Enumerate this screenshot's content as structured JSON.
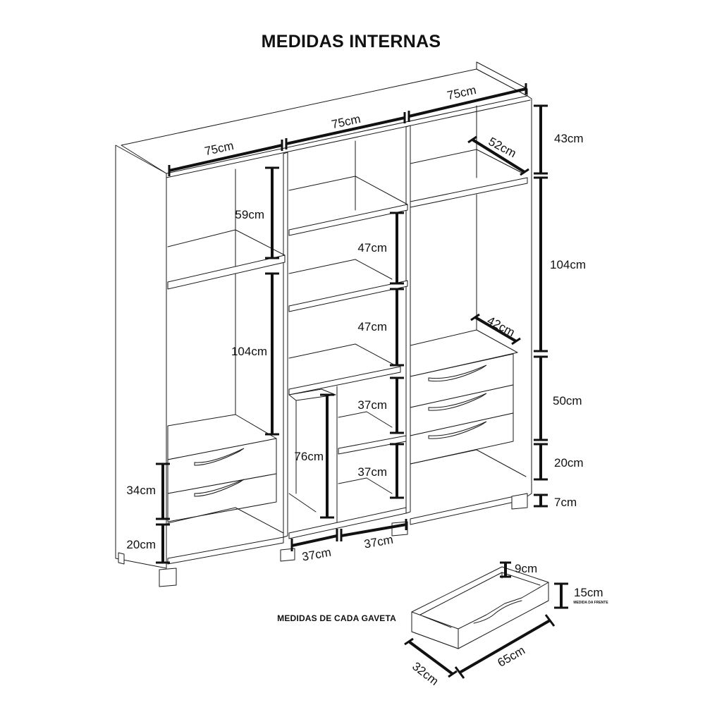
{
  "title": "MEDIDAS INTERNAS",
  "drawer_caption": "MEDIDAS DE CADA GAVETA",
  "dimensions": {
    "top_left_width": "75cm",
    "top_middle_width": "75cm",
    "top_right_width": "75cm",
    "right_shelf_depth": "52cm",
    "right_top_height": "43cm",
    "left_upper_height": "59cm",
    "middle_shelf_1": "47cm",
    "middle_shelf_2": "47cm",
    "right_hanging_height": "104cm",
    "left_hanging_height": "104cm",
    "right_drawer_depth": "42cm",
    "right_drawers_height": "50cm",
    "middle_low_shelf_1": "37cm",
    "door_niche_height": "76cm",
    "right_bottom_niche": "20cm",
    "middle_low_shelf_2": "37cm",
    "left_drawers_height": "34cm",
    "feet_height": "7cm",
    "left_bottom_niche": "20cm",
    "bottom_width_a": "37cm",
    "bottom_width_b": "37cm",
    "drawer_height": "9cm",
    "drawer_front": "15cm",
    "drawer_front_note": "MEDIDA DA FRENTE",
    "drawer_depth": "32cm",
    "drawer_width": "65cm"
  }
}
